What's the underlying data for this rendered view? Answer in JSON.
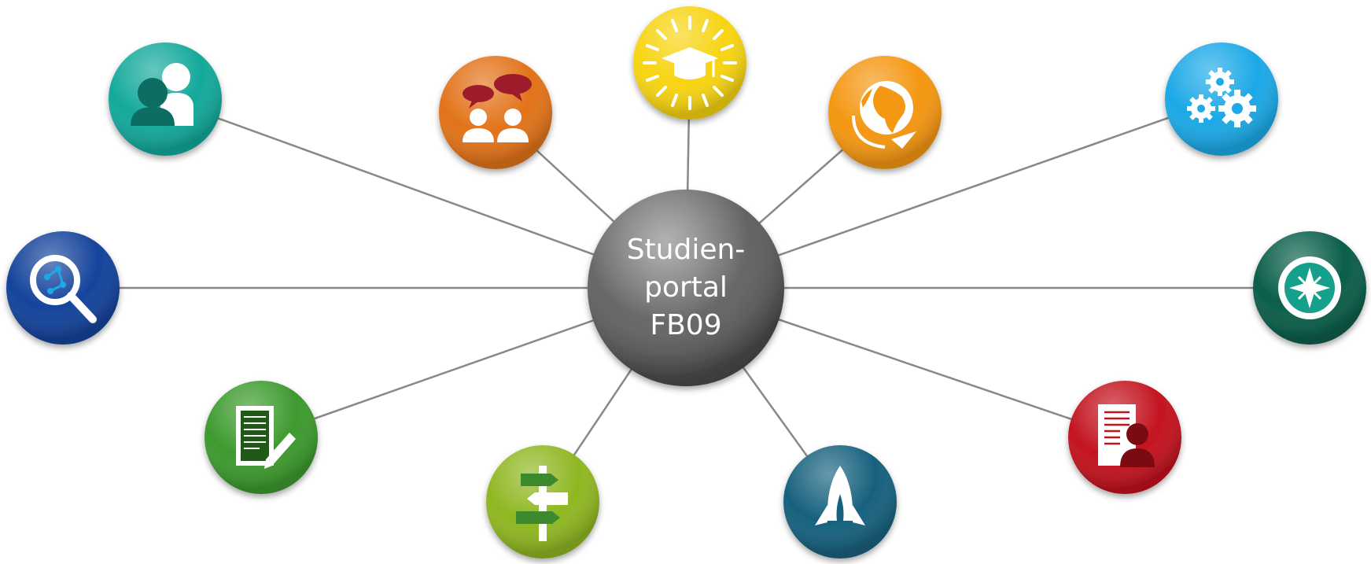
{
  "center": {
    "line1": "Studien-",
    "line2": "portal",
    "line3": "FB09"
  },
  "nodes": [
    {
      "id": "students-group",
      "icon": "user-group-icon",
      "color": "#14a99b"
    },
    {
      "id": "discussion",
      "icon": "chat-people-icon",
      "color": "#e2731a"
    },
    {
      "id": "graduation",
      "icon": "graduation-cap-sun-icon",
      "color": "#f7d412"
    },
    {
      "id": "international",
      "icon": "globe-airplane-icon",
      "color": "#f49712"
    },
    {
      "id": "settings",
      "icon": "gears-icon",
      "color": "#1ca9e7"
    },
    {
      "id": "research",
      "icon": "magnifier-molecule-icon",
      "color": "#15439b"
    },
    {
      "id": "orientation",
      "icon": "compass-icon",
      "color": "#0a5e4a"
    },
    {
      "id": "exams",
      "icon": "document-pencil-icon",
      "color": "#3d9a2e"
    },
    {
      "id": "guidance",
      "icon": "signpost-icon",
      "color": "#8fb722"
    },
    {
      "id": "career",
      "icon": "rocket-icon",
      "color": "#17617e"
    },
    {
      "id": "application",
      "icon": "cv-person-icon",
      "color": "#c3141f"
    }
  ]
}
